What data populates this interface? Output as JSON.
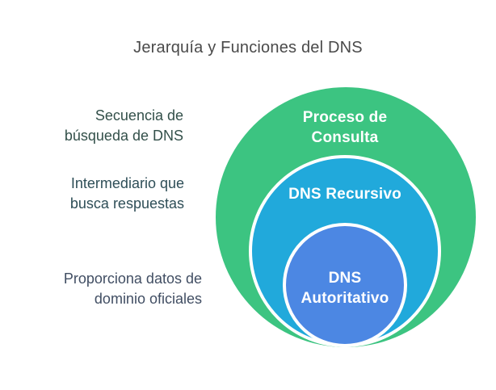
{
  "title": "Jerarquía y Funciones del DNS",
  "colors": {
    "background": "#ffffff",
    "title_text": "#4a4a4a",
    "ring_label_text": "#ffffff"
  },
  "rings": [
    {
      "name": "proceso-de-consulta",
      "label_line1": "Proceso de",
      "label_line2": "Consulta",
      "description_line1": "Secuencia de",
      "description_line2": "búsqueda de DNS",
      "fill": "#3cc481",
      "description_color": "#33504a"
    },
    {
      "name": "dns-recursivo",
      "label_line1": "DNS Recursivo",
      "description_line1": "Intermediario que",
      "description_line2": "busca respuestas",
      "fill": "#21a9db",
      "description_color": "#2e4e57"
    },
    {
      "name": "dns-autoritativo",
      "label_line1": "DNS",
      "label_line2": "Autoritativo",
      "description_line1": "Proporciona datos de",
      "description_line2": "dominio oficiales",
      "fill": "#4c87e3",
      "description_color": "#414e63"
    }
  ]
}
